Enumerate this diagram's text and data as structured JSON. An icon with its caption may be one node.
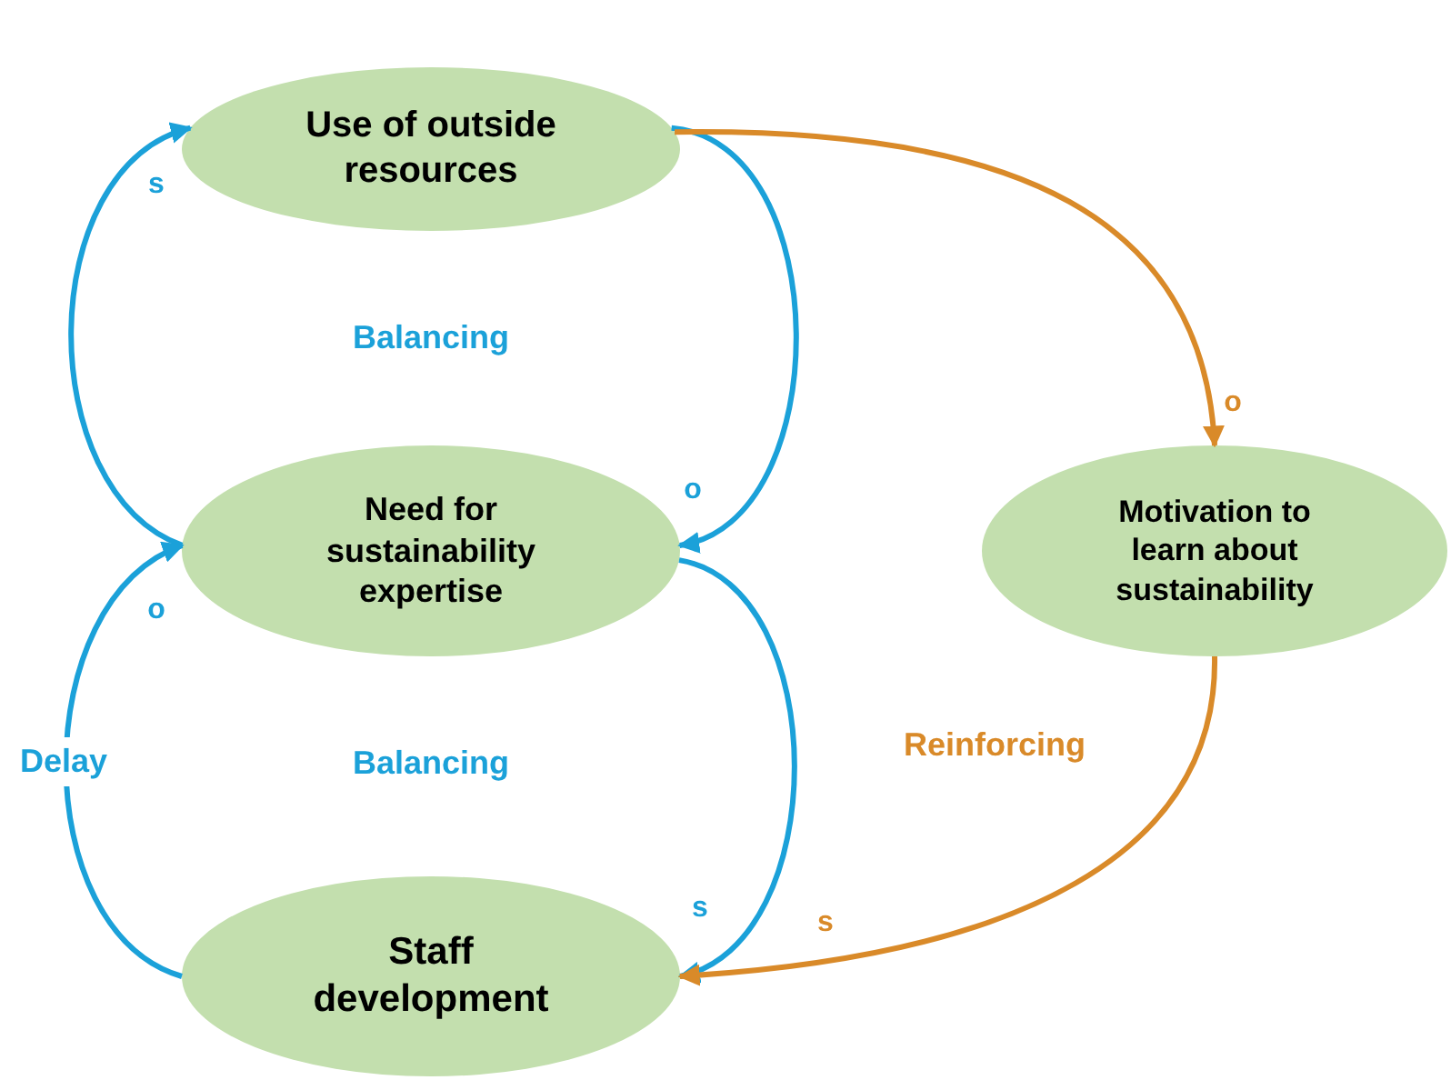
{
  "diagram": {
    "nodes": [
      {
        "text": [
          "Use of outside resources"
        ]
      },
      {
        "text": [
          "Need for sustainability expertise"
        ]
      },
      {
        "text": [
          "Staff development"
        ]
      },
      {
        "text": [
          "Motivation to learn about sustainability"
        ]
      }
    ],
    "edges": [
      {
        "from": 0,
        "to": 1,
        "arrow": "to",
        "label": "o"
      },
      {
        "from": 1,
        "to": 0,
        "arrow": "to",
        "label": "s"
      },
      {
        "from": 1,
        "to": 2,
        "arrow": "to",
        "label": "s"
      },
      {
        "from": 2,
        "to": 1,
        "arrow": "to",
        "label": "o"
      },
      {
        "from": 0,
        "to": 3,
        "arrow": "to",
        "label": "o",
        "color": "#d98a29"
      },
      {
        "from": 3,
        "to": 2,
        "arrow": "to",
        "label": "s",
        "color": "#d98a29"
      }
    ],
    "labels": [
      "Balancing",
      "Balancing",
      "Delay",
      "Reinforcing"
    ]
  }
}
